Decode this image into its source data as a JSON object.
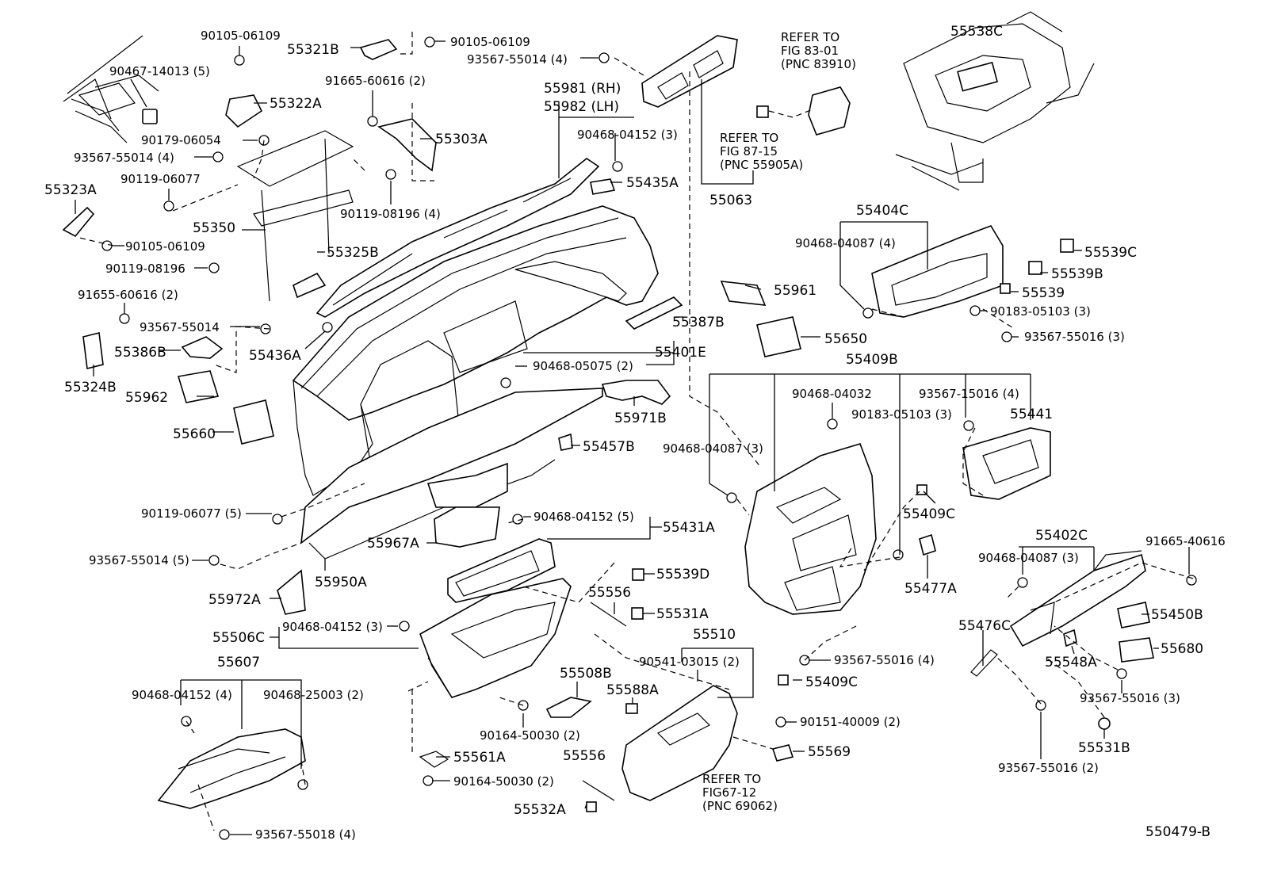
{
  "figure_code": "550479-B",
  "parts": {
    "p01": "90105-06109",
    "p02": "55321B",
    "p03": "90105-06109",
    "p04": "93567-55014 (4)",
    "p05": "90467-14013 (5)",
    "p06": "91665-60616 (2)",
    "p07": "55322A",
    "p08": "55303A",
    "p09": "90179-06054",
    "p10": "93567-55014 (4)",
    "p11": "90119-06077",
    "p12": "55323A",
    "p13": "90119-08196 (4)",
    "p14": "55350",
    "p15": "90105-06109",
    "p16": "55325B",
    "p17": "90119-08196",
    "p18": "91655-60616 (2)",
    "p19": "93567-55014",
    "p20": "55436A",
    "p21": "55386B",
    "p22": "55324B",
    "p23": "55962",
    "p24": "55660",
    "p25": "55981 (RH)",
    "p26": "55982 (LH)",
    "p27": "90468-04152 (3)",
    "p28": "55435A",
    "p29": "90468-05075 (2)",
    "p30": "55401E",
    "p31": "55971B",
    "p32": "55457B",
    "p33": "90119-06077 (5)",
    "p34": "90468-04152 (5)",
    "p35": "55431A",
    "p36": "55967A",
    "p37": "93567-55014 (5)",
    "p38": "55950A",
    "p39": "55972A",
    "p40": "55539D",
    "p41": "55556",
    "p42": "55531A",
    "p43": "55506C",
    "p44": "90468-04152 (3)",
    "p45": "55607",
    "p46": "90468-04152 (4)",
    "p47": "90468-25003 (2)",
    "p48": "55508B",
    "p49": "55588A",
    "p50": "90164-50030 (2)",
    "p51": "55561A",
    "p52": "90164-50030 (2)",
    "p53": "55556",
    "p54": "55532A",
    "p55": "93567-55018 (4)",
    "p56": "55510",
    "p57": "90541-03015 (2)",
    "p58": "90151-40009 (2)",
    "p59": "55569",
    "p60": "93567-55016 (4)",
    "p61": "55409C",
    "p62": "55063",
    "p63": "55404C",
    "p64": "90468-04087 (4)",
    "p65": "55961",
    "p66": "55650",
    "p67": "55387B",
    "p68": "55539C",
    "p69": "55539B",
    "p70": "55539",
    "p71": "90183-05103 (3)",
    "p72": "93567-55016 (3)",
    "p73": "55538C",
    "p74": "55409B",
    "p75": "90468-04032",
    "p76": "93567-15016 (4)",
    "p77": "90183-05103 (3)",
    "p78": "55441",
    "p79": "90468-04087 (3)",
    "p80": "55409C",
    "p81": "55477A",
    "p82": "55402C",
    "p83": "90468-04087 (3)",
    "p84": "91665-40616",
    "p85": "55450B",
    "p86": "55476C",
    "p87": "55548A",
    "p88": "55680",
    "p89": "93567-55016 (3)",
    "p90": "93567-55016 (2)",
    "p91": "55531B"
  },
  "refs": {
    "r1": [
      "REFER TO",
      "FIG 83-01",
      "(PNC 83910)"
    ],
    "r2": [
      "REFER TO",
      "FIG 87-15",
      "(PNC 55905A)"
    ],
    "r3": [
      "REFER TO",
      "FIG67-12",
      "(PNC 69062)"
    ]
  }
}
